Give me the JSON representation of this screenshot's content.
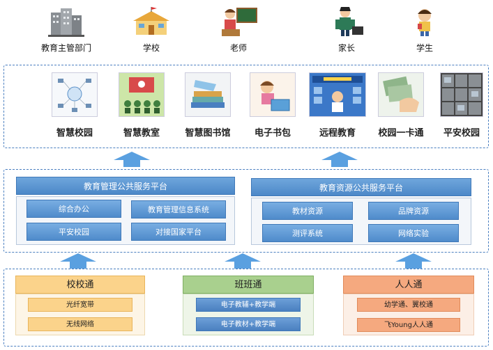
{
  "users": [
    {
      "label": "教育主管部门",
      "icon": "government-building-icon"
    },
    {
      "label": "学校",
      "icon": "school-building-icon"
    },
    {
      "label": "老师",
      "icon": "teacher-icon"
    },
    {
      "label": "家长",
      "icon": "parent-icon"
    },
    {
      "label": "学生",
      "icon": "student-icon"
    }
  ],
  "apps": [
    {
      "label": "智慧校园",
      "icon": "smart-campus-image"
    },
    {
      "label": "智慧教室",
      "icon": "smart-classroom-image"
    },
    {
      "label": "智慧图书馆",
      "icon": "smart-library-image"
    },
    {
      "label": "电子书包",
      "icon": "ebook-bag-image"
    },
    {
      "label": "远程教育",
      "icon": "distance-education-image"
    },
    {
      "label": "校园一卡通",
      "icon": "campus-card-image"
    },
    {
      "label": "平安校园",
      "icon": "safe-campus-image"
    }
  ],
  "platforms": {
    "management": {
      "title": "教育管理公共服务平台",
      "items": [
        "综合办公",
        "教育管理信息系统",
        "平安校园",
        "对接国家平台"
      ]
    },
    "resource": {
      "title": "教育资源公共服务平台",
      "items": [
        "教材资源",
        "品牌资源",
        "测评系统",
        "网络实验"
      ]
    }
  },
  "tiers": [
    {
      "title": "校校通",
      "items": [
        "光纤宽带",
        "无线网络"
      ],
      "color": "#fbd38b"
    },
    {
      "title": "班班通",
      "items": [
        "电子教辅+教学端",
        "电子教材+教学端"
      ],
      "color": "#a9d08e"
    },
    {
      "title": "人人通",
      "items": [
        "幼学通、翼校通",
        "飞Young人人通"
      ],
      "color": "#f5a97f"
    }
  ],
  "colors": {
    "accent_blue": "#4c88c8",
    "dash_border": "#4a7fc0",
    "arrow": "#5aa0e0"
  }
}
